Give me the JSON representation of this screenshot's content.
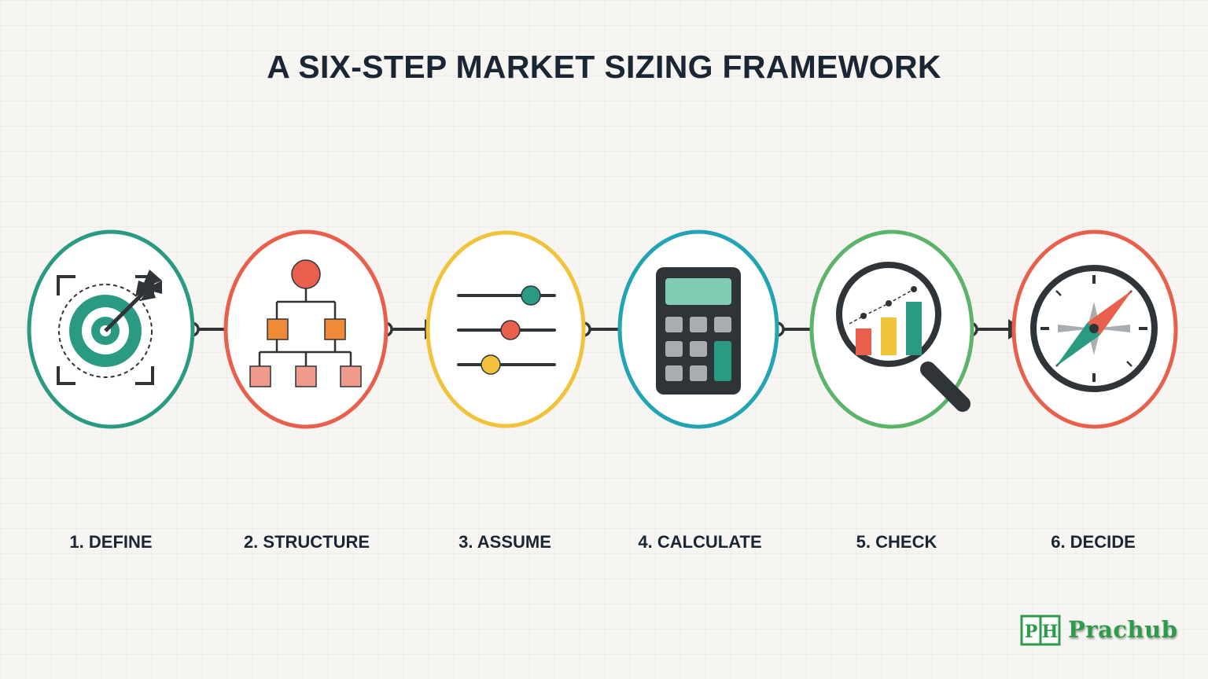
{
  "title": "A SIX-STEP MARKET SIZING FRAMEWORK",
  "steps": [
    {
      "label": "1. DEFINE",
      "icon": "target-icon",
      "ring_color": "#2a9a82"
    },
    {
      "label": "2. STRUCTURE",
      "icon": "hierarchy-icon",
      "ring_color": "#e8604c"
    },
    {
      "label": "3. ASSUME",
      "icon": "sliders-icon",
      "ring_color": "#f0c33a"
    },
    {
      "label": "4. CALCULATE",
      "icon": "calculator-icon",
      "ring_color": "#24a3b4"
    },
    {
      "label": "5. CHECK",
      "icon": "magnifier-chart-icon",
      "ring_color": "#5bb46a"
    },
    {
      "label": "6. DECIDE",
      "icon": "compass-icon",
      "ring_color": "#e8604c"
    }
  ],
  "colors": {
    "teal": "#2a9a82",
    "coral": "#e8604c",
    "orange": "#ef8a36",
    "yellow": "#f0c33a",
    "dark": "#2f3438",
    "text": "#1b2634"
  },
  "logo": {
    "text": "Prachub",
    "mark": "PH"
  }
}
